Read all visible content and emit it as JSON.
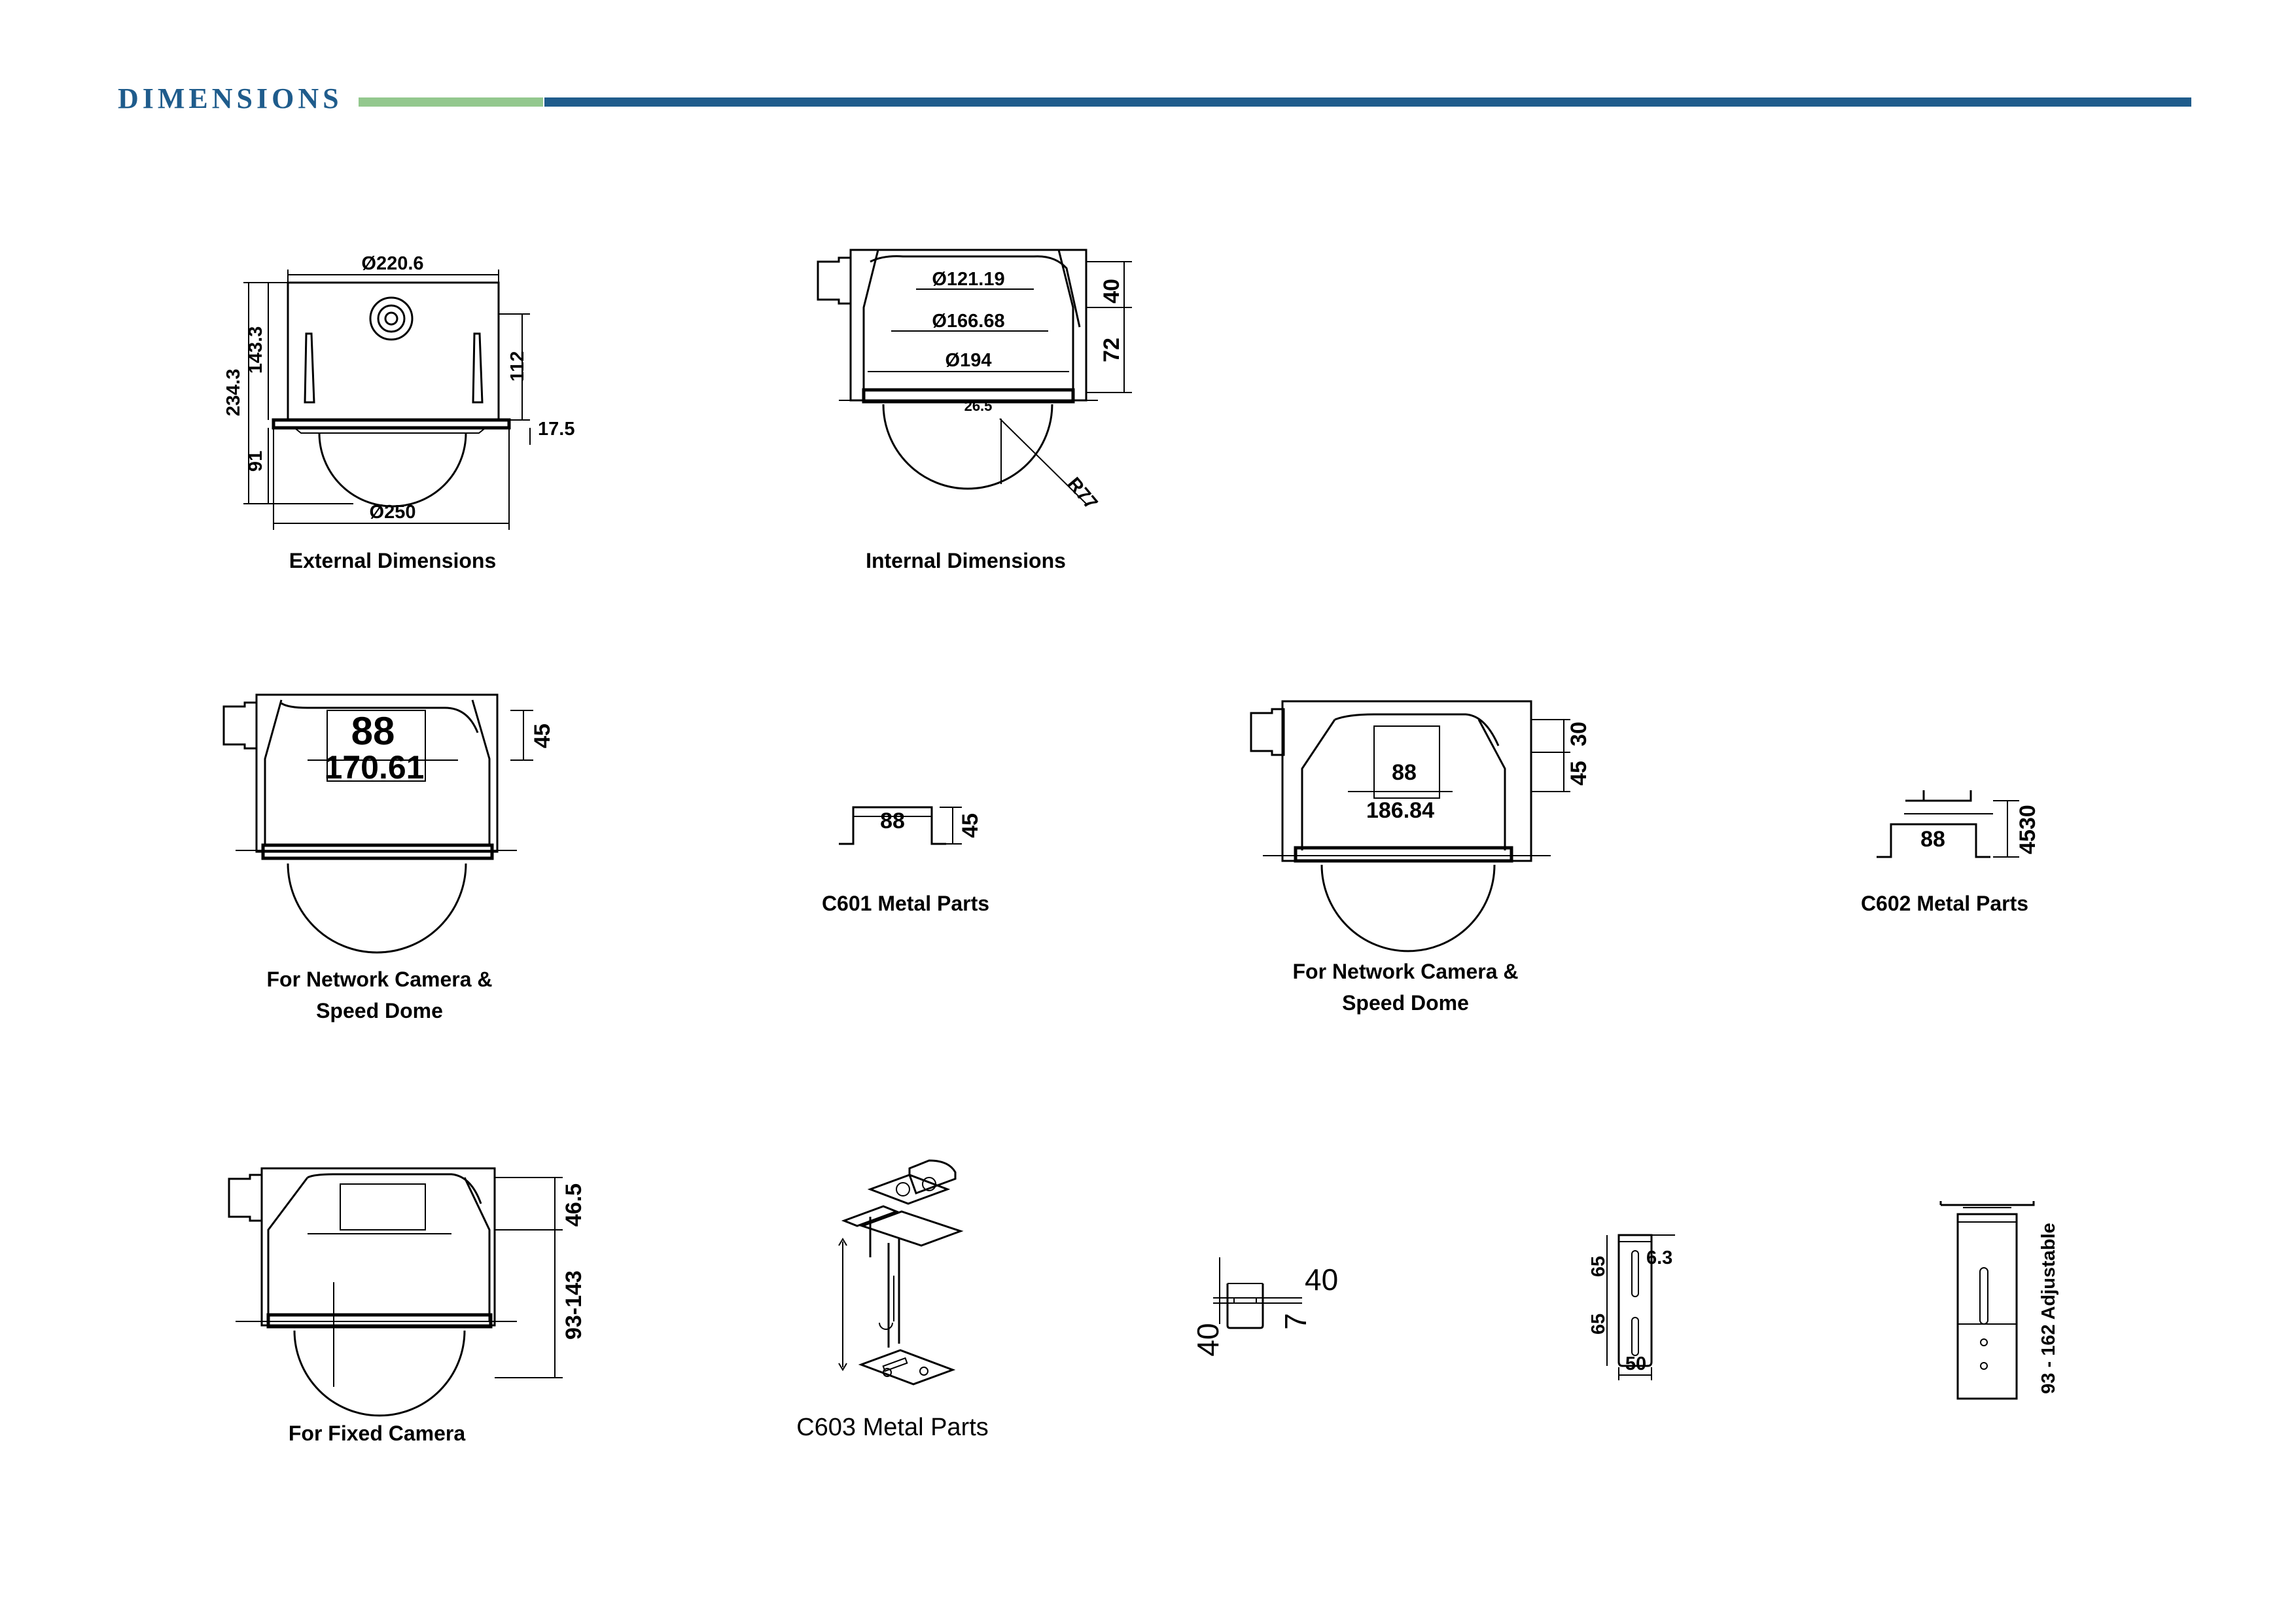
{
  "header": {
    "title": "DIMENSIONS"
  },
  "panels": {
    "external": {
      "caption": "External Dimensions",
      "dims": {
        "top_width": "Ø220.6",
        "bottom_width": "Ø250",
        "total_height": "234.3",
        "upper_height": "143.3",
        "lower_height": "91",
        "box_height": "112",
        "flange": "17.5"
      }
    },
    "internal": {
      "caption": "Internal Dimensions",
      "dims": {
        "d1": "Ø121.19",
        "d2": "Ø166.68",
        "d3": "Ø194",
        "offset": "26.5",
        "h1": "40",
        "h2": "72",
        "radius": "R77"
      }
    },
    "network1": {
      "caption_line1": "For Network Camera &",
      "caption_line2": "Speed Dome",
      "dims": {
        "width_small": "88",
        "width_large": "170.61",
        "height": "45"
      }
    },
    "c601": {
      "caption": "C601 Metal Parts",
      "dims": {
        "width": "88",
        "height": "45"
      }
    },
    "network2": {
      "caption_line1": "For Network Camera &",
      "caption_line2": "Speed Dome",
      "dims": {
        "width_small": "88",
        "width_large": "186.84",
        "height1": "45",
        "height2": "30"
      }
    },
    "c602": {
      "caption": "C602 Metal Parts",
      "dims": {
        "width": "88",
        "height": "4530"
      }
    },
    "fixed": {
      "caption": "For Fixed Camera",
      "dims": {
        "top": "46.5",
        "range": "93-143"
      }
    },
    "c603": {
      "caption": "C603  Metal Parts",
      "dims": {
        "d40a": "40",
        "d40b": "40",
        "d7": "7",
        "d65a": "65",
        "d65b": "65",
        "d63": "6.3",
        "d50": "50",
        "adjustable": "93 - 162 Adjustable"
      }
    }
  }
}
